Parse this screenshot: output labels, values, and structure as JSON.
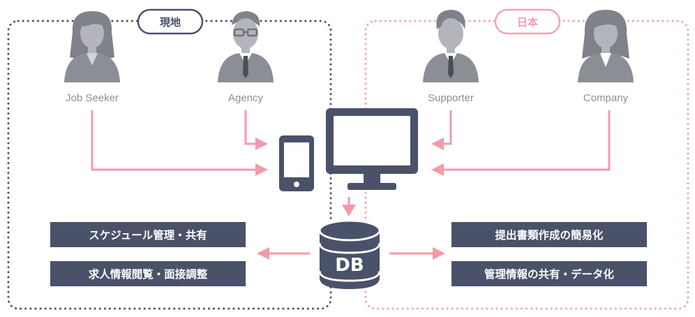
{
  "regions": {
    "local": {
      "label": "現地",
      "color": "#4a5269"
    },
    "japan": {
      "label": "日本",
      "color": "#f4a3b1"
    }
  },
  "actors": {
    "job_seeker": "Job Seeker",
    "agency": "Agency",
    "supporter": "Supporter",
    "company": "Company"
  },
  "features_left": [
    "スケジュール管理・共有",
    "求人情報閲覧・面接調整"
  ],
  "features_right": [
    "提出書類作成の簡易化",
    "管理情報の共有・データ化"
  ],
  "database": {
    "label": "DB"
  },
  "colors": {
    "device": "#4a5269",
    "person": "#888b92",
    "arrow": "#f39aa9",
    "box": "#4a5269"
  },
  "icons": [
    "female-person-icon",
    "male-glasses-person-icon",
    "male-person-icon",
    "female-person-icon",
    "smartphone-icon",
    "desktop-monitor-icon",
    "database-icon"
  ]
}
